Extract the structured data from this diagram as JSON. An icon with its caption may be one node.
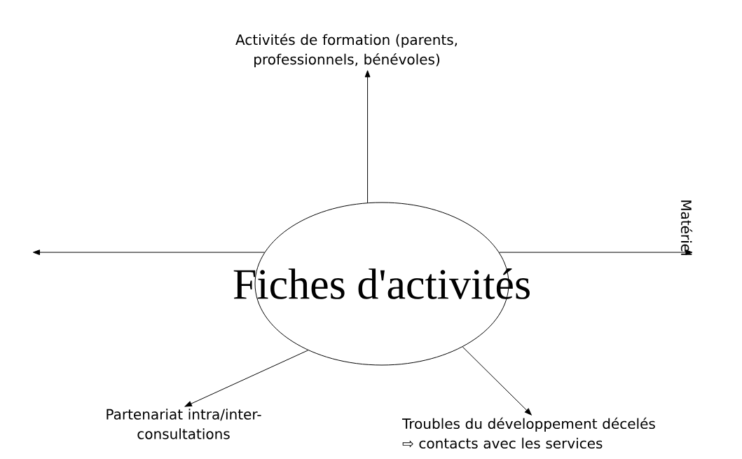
{
  "diagram": {
    "nodes": [
      {
        "text": [
          "Fiches d'activités"
        ]
      },
      {
        "text": [
          "Activités de formation (parents, professionnels, bénévoles)"
        ]
      },
      {
        "text": [
          "Matériel"
        ]
      },
      {
        "text": [
          "Partenariat intra/inter-consultations"
        ]
      },
      {
        "text": [
          "Troubles du développement décelés ⇨ contacts avec les services"
        ]
      }
    ],
    "edges": [
      {
        "from": 0,
        "to": 1,
        "arrow": "to"
      },
      {
        "from": 0,
        "to": 2,
        "arrow": "to"
      },
      {
        "from": 0,
        "to": null,
        "arrow": "to"
      },
      {
        "from": 0,
        "to": 3,
        "arrow": "to"
      },
      {
        "from": 0,
        "to": 4,
        "arrow": "to"
      }
    ]
  }
}
